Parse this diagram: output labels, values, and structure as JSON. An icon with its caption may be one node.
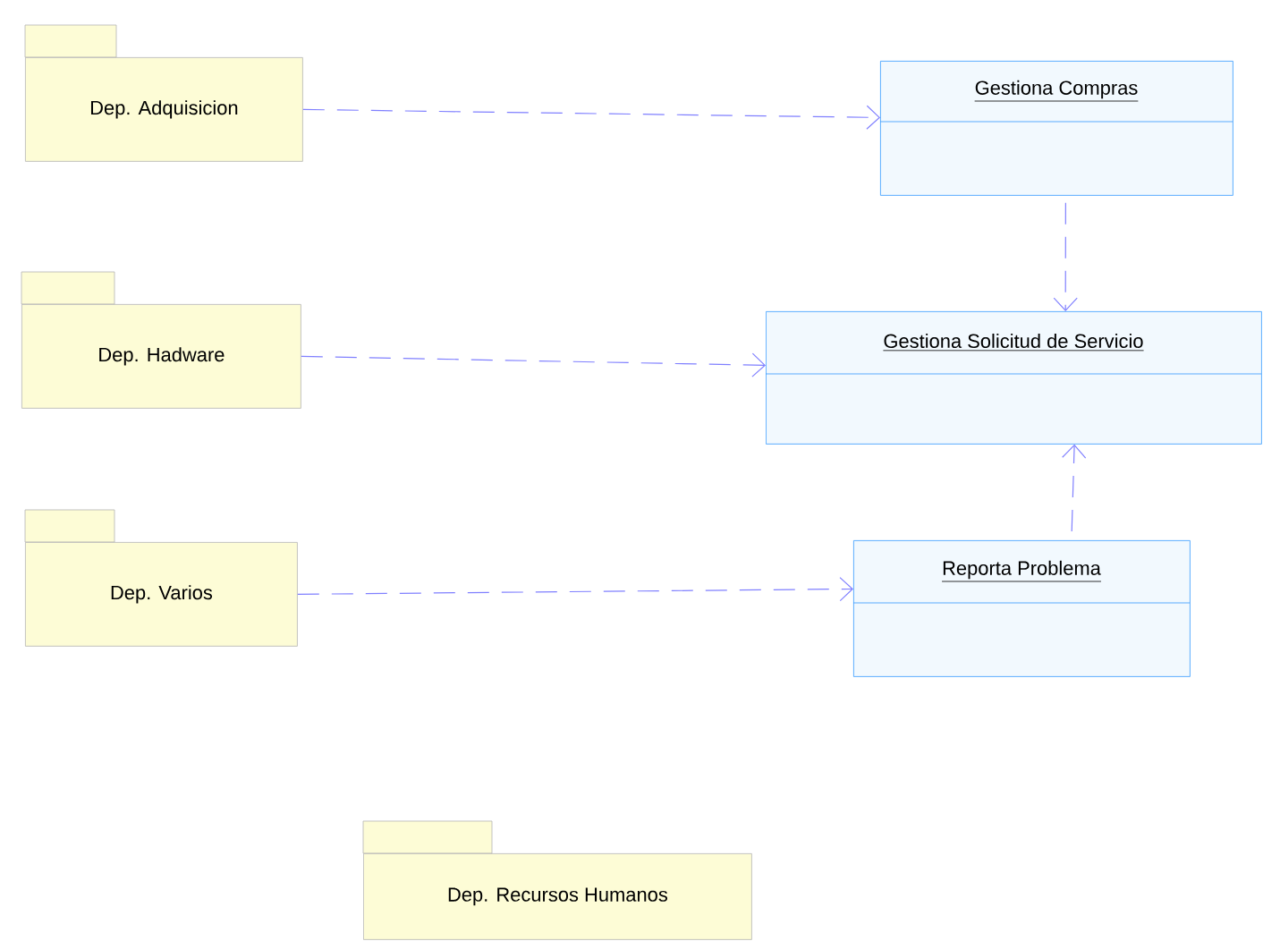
{
  "diagram": {
    "nodes": [
      {
        "text": [
          "Dep. Adquisicion"
        ]
      },
      {
        "text": [
          "Gestiona Compras"
        ]
      },
      {
        "text": [
          "Dep. Hadware"
        ]
      },
      {
        "text": [
          "Gestiona Solicitud de Servicio"
        ]
      },
      {
        "text": [
          "Dep. Varios"
        ]
      },
      {
        "text": [
          "Reporta Problema"
        ]
      },
      {
        "text": [
          "Dep. Recursos Humanos"
        ]
      }
    ],
    "edges": [
      {
        "from": 0,
        "to": 1,
        "arrow": "to",
        "style": "dashed"
      },
      {
        "from": 1,
        "to": 3,
        "arrow": "to",
        "style": "dashed"
      },
      {
        "from": 2,
        "to": 3,
        "arrow": "to",
        "style": "dashed"
      },
      {
        "from": 5,
        "to": 3,
        "arrow": "to",
        "style": "dashed"
      },
      {
        "from": 4,
        "to": 5,
        "arrow": "to",
        "style": "dashed"
      }
    ]
  }
}
